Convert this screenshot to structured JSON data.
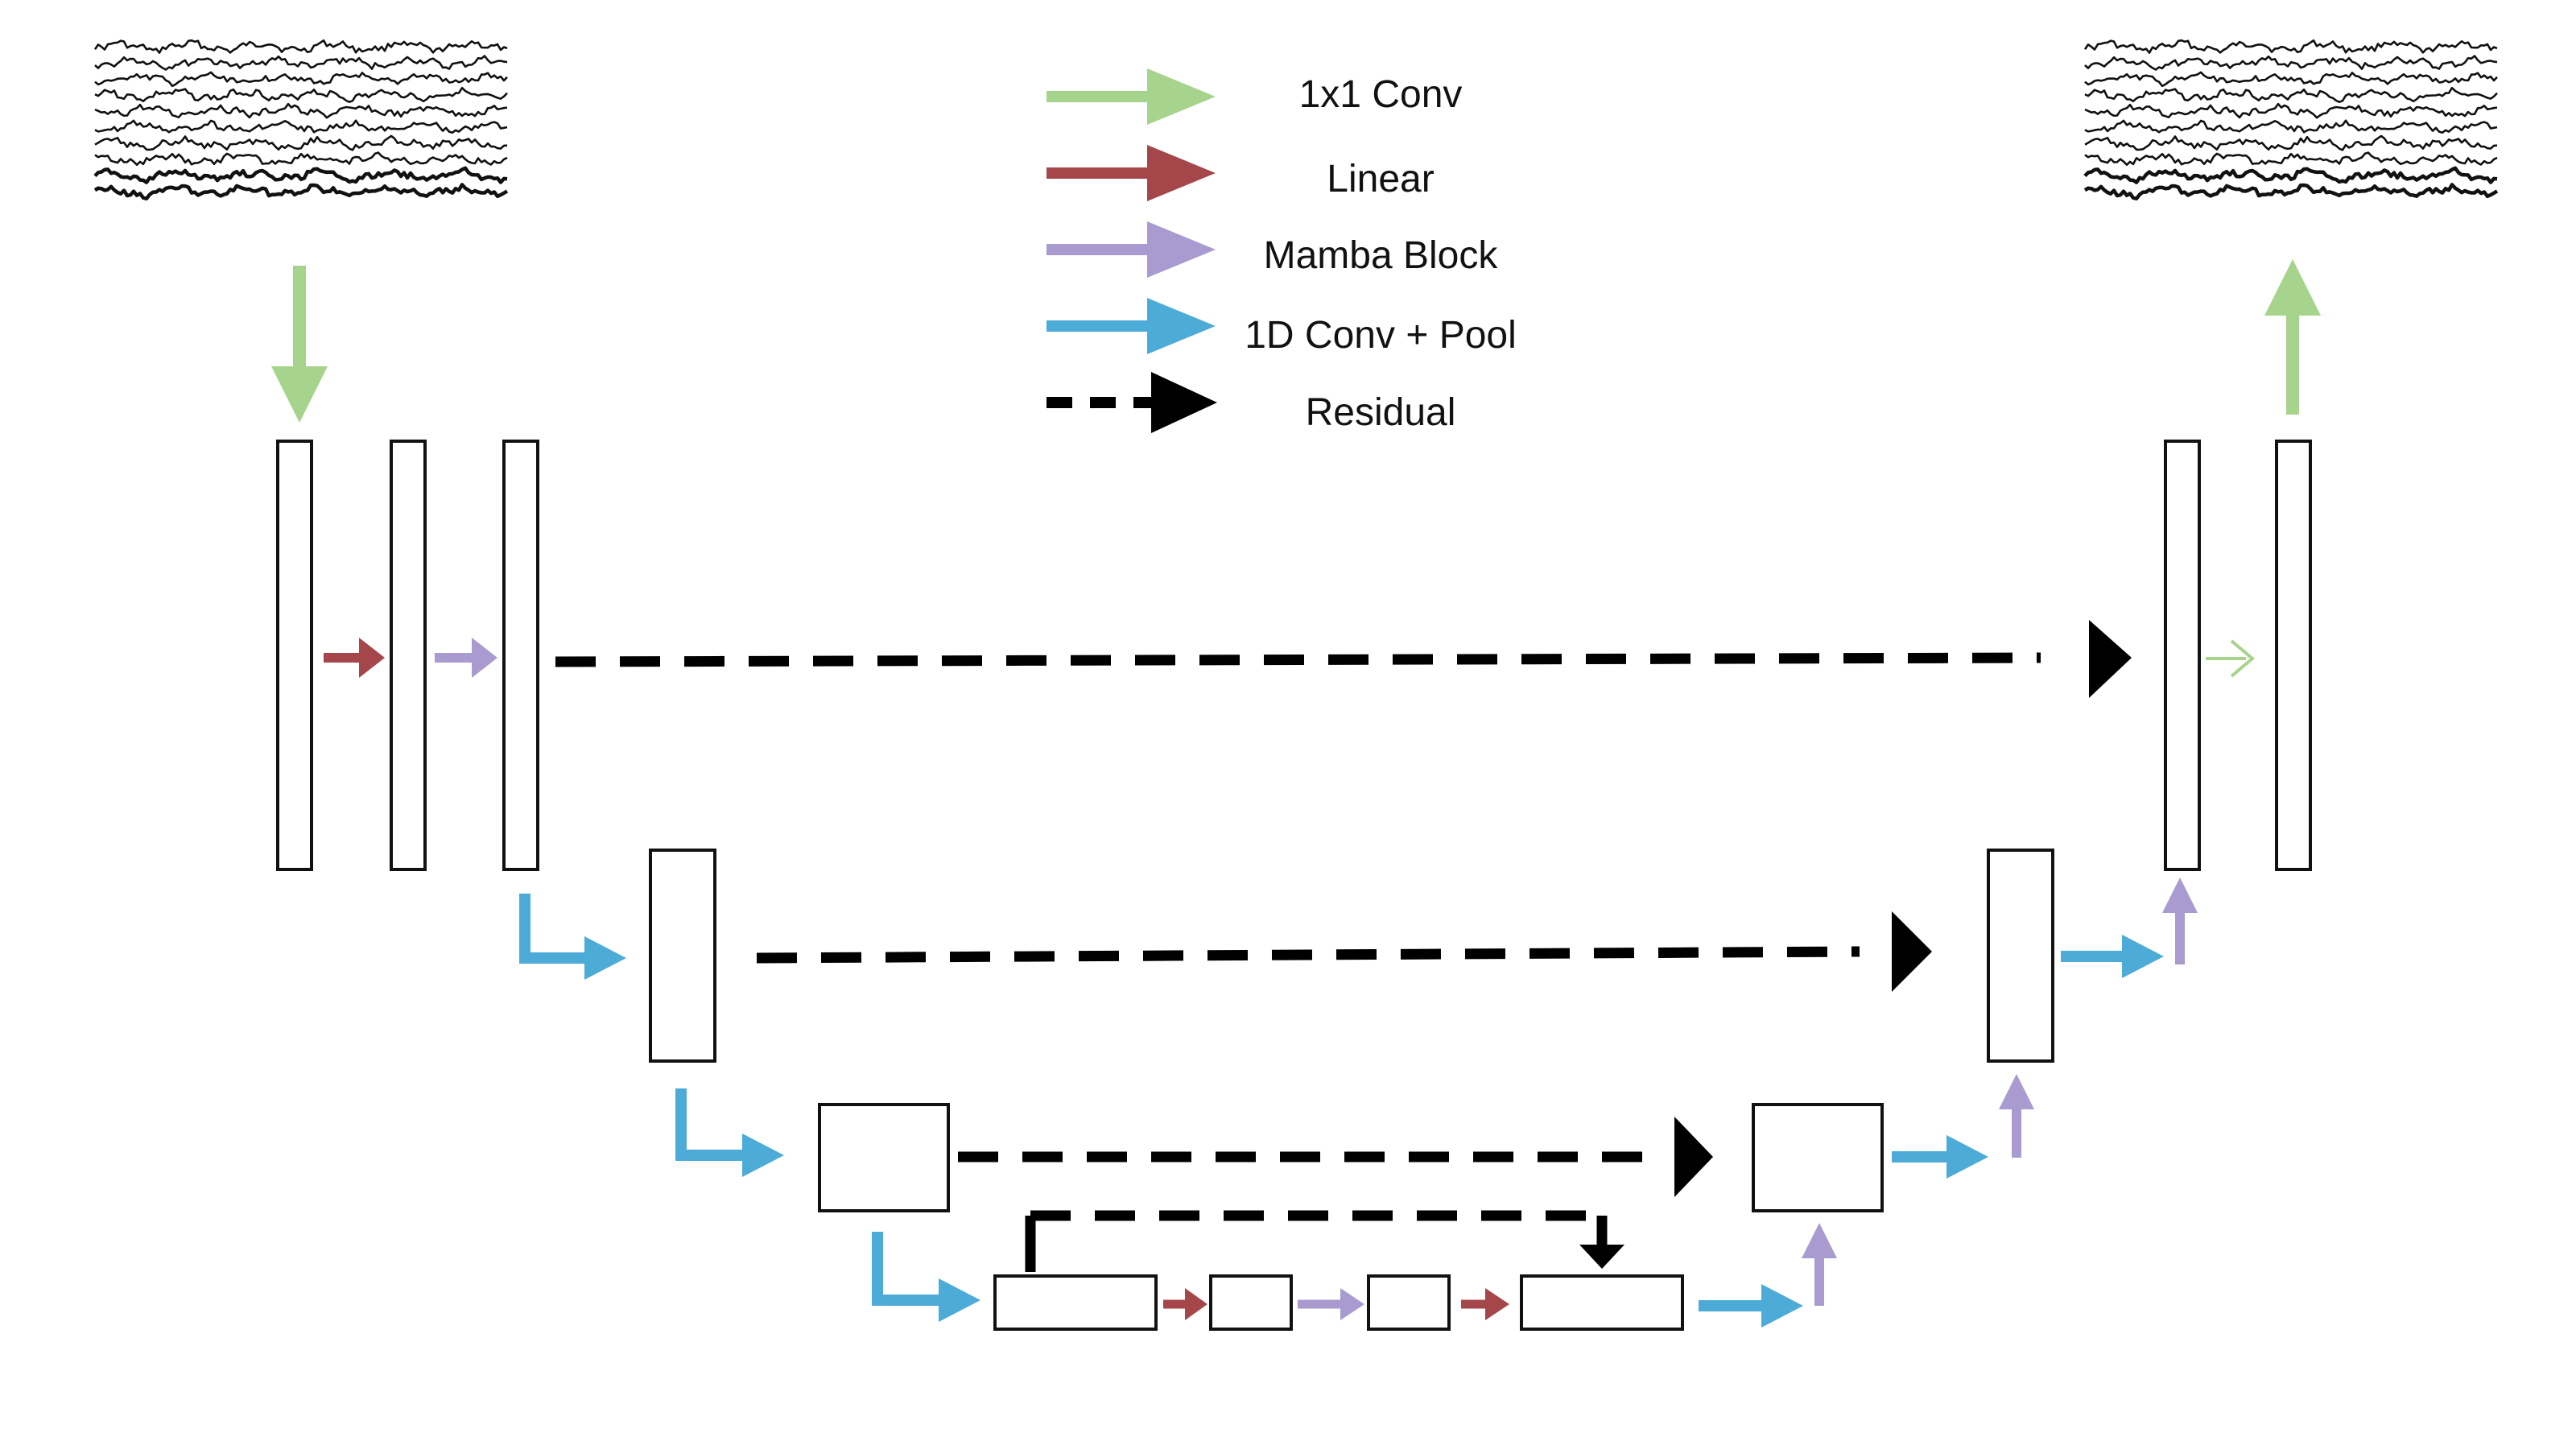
{
  "legend": {
    "conv1x1": "1x1 Conv",
    "linear": "Linear",
    "mamba": "Mamba Block",
    "conv1d_pool": "1D Conv + Pool",
    "residual": "Residual"
  },
  "colors": {
    "conv1x1": "#a7d48c",
    "linear": "#a5474a",
    "mamba": "#a99bd0",
    "conv1d_pool": "#4dabd8",
    "residual": "#000000"
  },
  "icons": {
    "input_signal": "eeg-waveform-icon",
    "output_signal": "eeg-waveform-icon"
  }
}
